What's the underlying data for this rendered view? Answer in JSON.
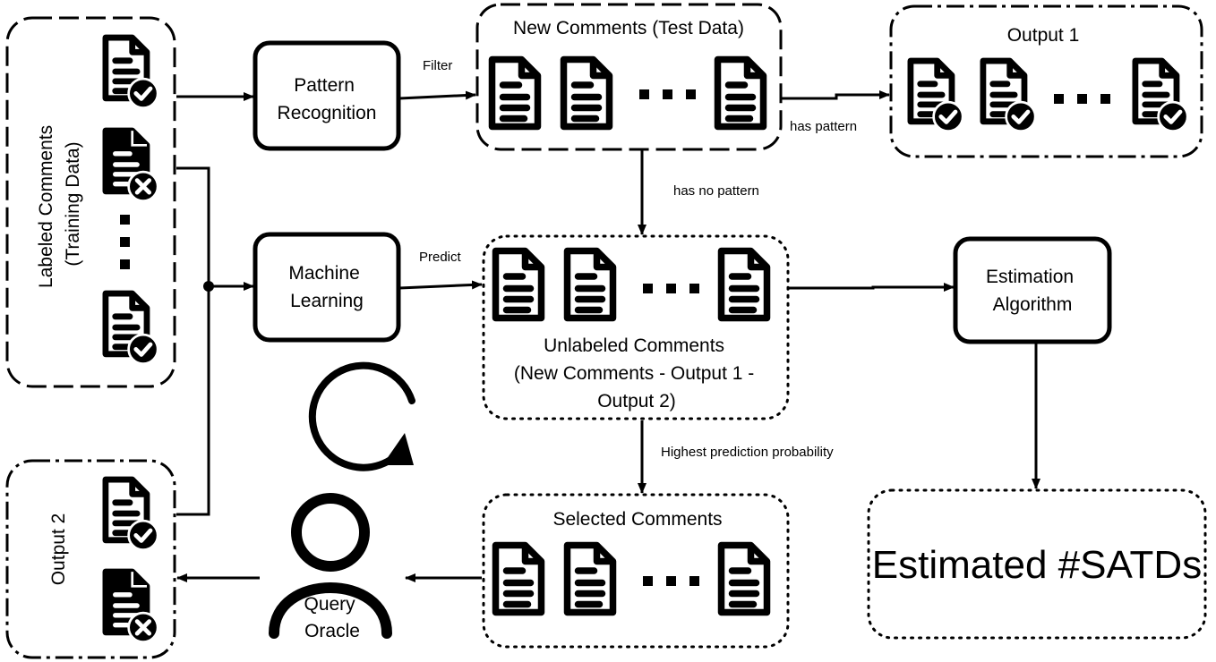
{
  "groups": {
    "training": {
      "label_line1": "Labeled Comments",
      "label_line2": "(Training Data)"
    },
    "new_comments": {
      "label": "New Comments (Test Data)"
    },
    "output1": {
      "label": "Output 1"
    },
    "unlabeled": {
      "label_line1": "Unlabeled Comments",
      "label_line2": "(New Comments - Output 1 -",
      "label_line3": "Output 2)"
    },
    "selected": {
      "label": "Selected Comments"
    },
    "output2": {
      "label": "Output 2"
    },
    "estimated": {
      "label": "Estimated #SATDs"
    }
  },
  "process_boxes": {
    "pattern_recognition": {
      "line1": "Pattern",
      "line2": "Recognition"
    },
    "machine_learning": {
      "line1": "Machine",
      "line2": "Learning"
    },
    "estimation_algorithm": {
      "line1": "Estimation",
      "line2": "Algorithm"
    }
  },
  "edge_labels": {
    "filter": "Filter",
    "has_pattern": "has pattern",
    "has_no_pattern": "has no pattern",
    "predict": "Predict",
    "highest_probability": "Highest prediction probability"
  },
  "oracle": {
    "line1": "Query",
    "line2": "Oracle"
  }
}
